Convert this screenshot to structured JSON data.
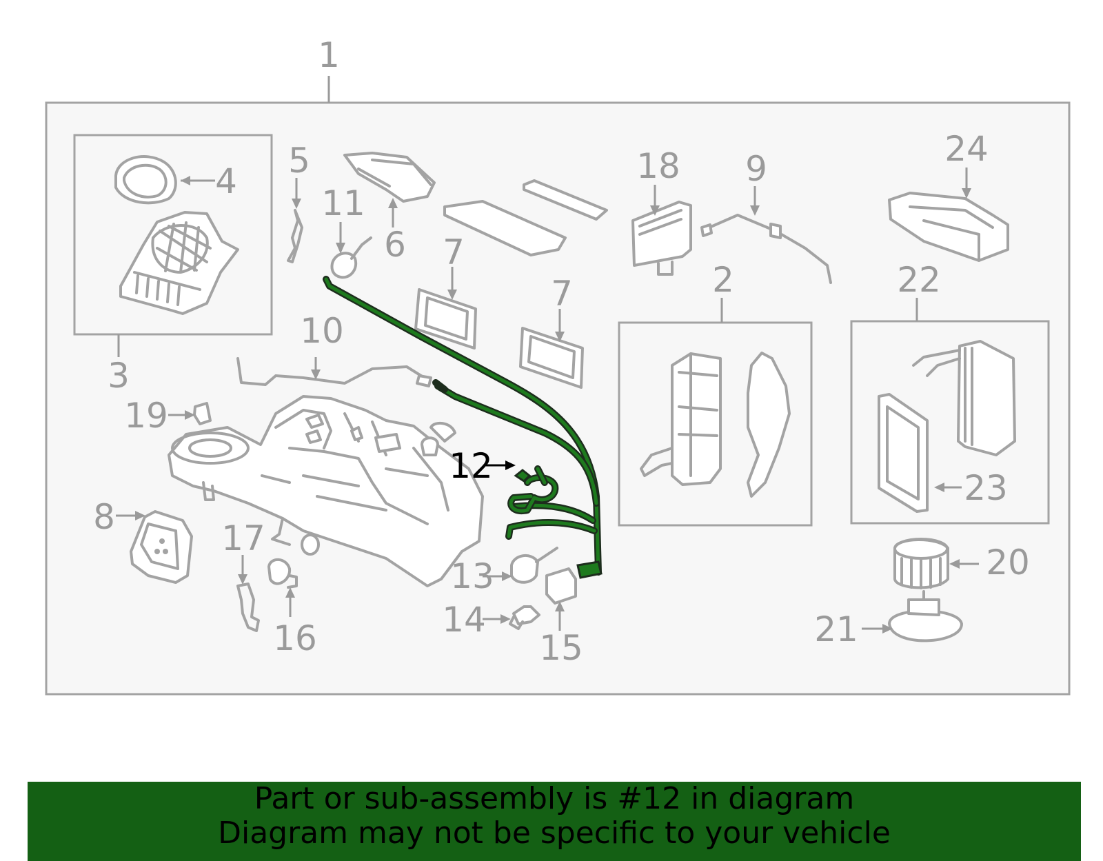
{
  "diagram": {
    "highlight_color": "#1e7a1e",
    "labels": {
      "l1": "1",
      "l2": "2",
      "l3": "3",
      "l4": "4",
      "l5": "5",
      "l6": "6",
      "l7a": "7",
      "l7b": "7",
      "l8": "8",
      "l9": "9",
      "l10": "10",
      "l11": "11",
      "l12": "12",
      "l13": "13",
      "l14": "14",
      "l15": "15",
      "l16": "16",
      "l17": "17",
      "l18": "18",
      "l19": "19",
      "l20": "20",
      "l21": "21",
      "l22": "22",
      "l23": "23",
      "l24": "24"
    }
  },
  "banner": {
    "background": "#146014",
    "line1": "Part or sub-assembly is #12 in diagram",
    "line2": "Diagram may not be specific to your vehicle"
  }
}
